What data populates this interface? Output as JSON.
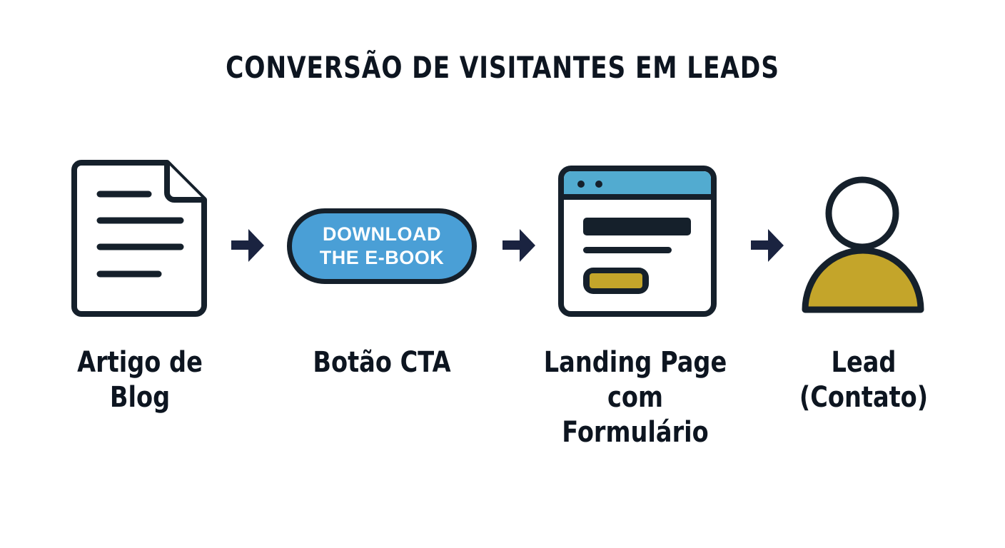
{
  "title": "CONVERSÃO DE VISITANTES EM LEADS",
  "colors": {
    "outline": "#15202b",
    "arrow": "#1a2340",
    "blue": "#4a9fd6",
    "browser_bar": "#52abd0",
    "gold": "#c4a52a",
    "background": "#ffffff"
  },
  "steps": [
    {
      "icon": "document-icon",
      "label": "Artigo de\nBlog"
    },
    {
      "icon": "cta-button",
      "label": "Botão CTA",
      "button_lines": [
        "DOWNLOAD",
        "THE E-BOOK"
      ]
    },
    {
      "icon": "browser-form-icon",
      "label": "Landing Page\ncom\nFormulário"
    },
    {
      "icon": "user-icon",
      "label": "Lead\n(Contato)"
    }
  ],
  "arrows": [
    "arrow-right-icon",
    "arrow-right-icon",
    "arrow-right-icon"
  ]
}
